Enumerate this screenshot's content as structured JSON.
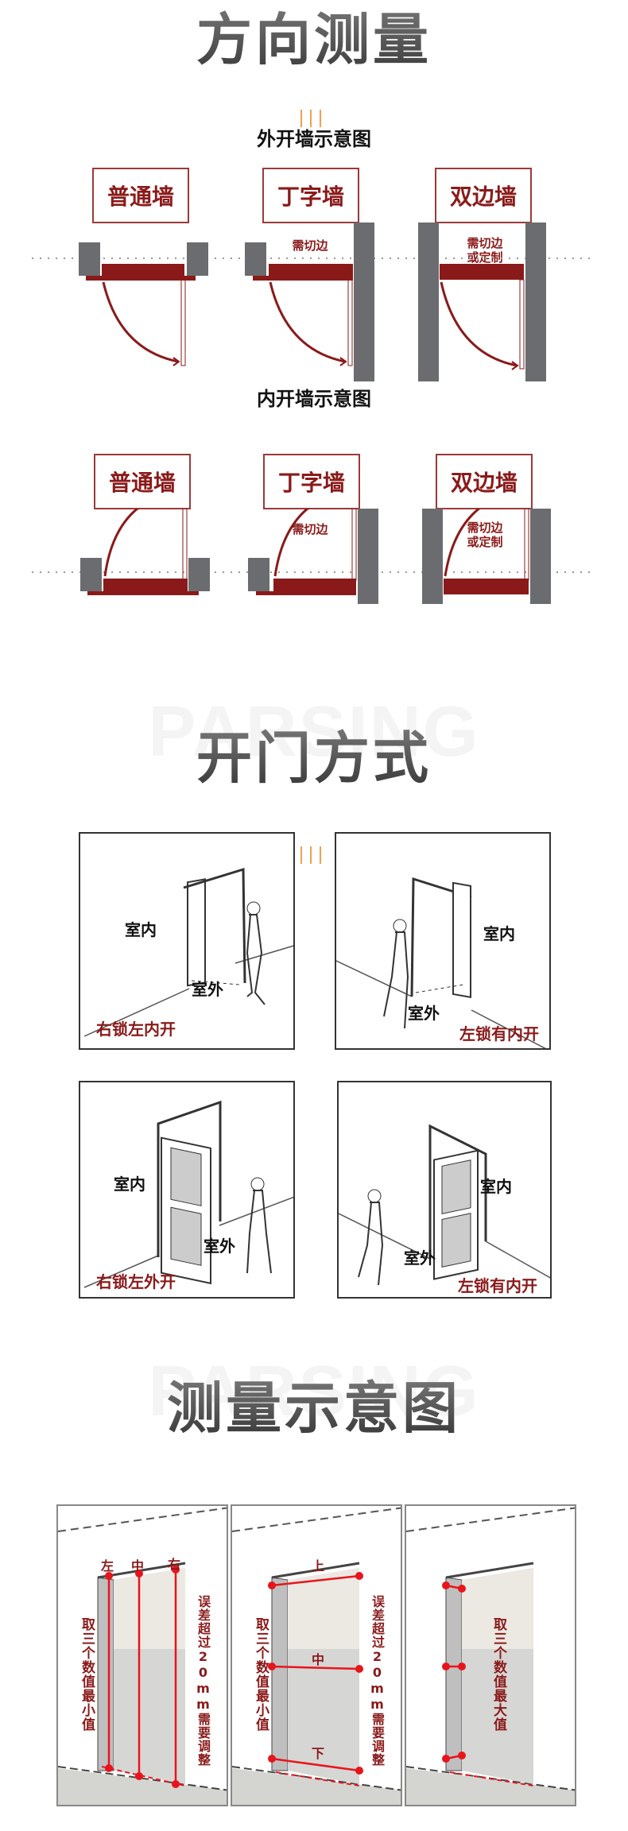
{
  "colors": {
    "accent_red": "#8a1a1a",
    "wall_gray": "#6b6c6f",
    "tick_orange": "#f0a050",
    "measure_red": "#e8141c"
  },
  "watermark": "PARSING",
  "section1": {
    "title": "方向测量",
    "outward": {
      "subtitle": "外开墙示意图",
      "walls": [
        {
          "label": "普通墙",
          "note": ""
        },
        {
          "label": "丁字墙",
          "note": "需切边"
        },
        {
          "label": "双边墙",
          "note": "需切边\n或定制"
        }
      ]
    },
    "inward": {
      "subtitle": "内开墙示意图",
      "walls": [
        {
          "label": "普通墙",
          "note": ""
        },
        {
          "label": "丁字墙",
          "note": "需切边"
        },
        {
          "label": "双边墙",
          "note": "需切边\n或定制"
        }
      ]
    }
  },
  "section2": {
    "title": "开门方式",
    "panels": [
      {
        "indoor": "室内",
        "outdoor": "室外",
        "caption": "右锁左内开"
      },
      {
        "indoor": "室内",
        "outdoor": "室外",
        "caption": "左锁有内开"
      },
      {
        "indoor": "室内",
        "outdoor": "室外",
        "caption": "右锁左外开"
      },
      {
        "indoor": "室内",
        "outdoor": "室外",
        "caption": "左锁有内开"
      }
    ]
  },
  "section3": {
    "title": "测量示意图",
    "panels": [
      {
        "points": [
          "左",
          "中",
          "右"
        ],
        "left_note": "取三个数值最小值",
        "right_note": "误差超过20mm需要调整"
      },
      {
        "points": [
          "上",
          "中",
          "下"
        ],
        "left_note": "取三个数值最小值",
        "right_note": "误差超过20mm需要调整"
      },
      {
        "points": [],
        "center_note": "取三个数值最大值"
      }
    ]
  }
}
